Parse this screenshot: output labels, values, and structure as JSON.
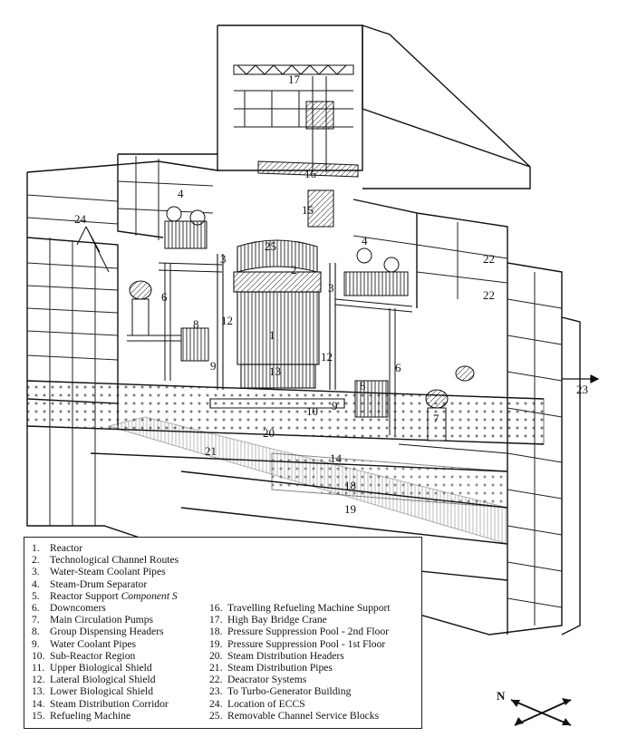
{
  "legend": {
    "items": [
      {
        "n": "1.",
        "t": "Reactor"
      },
      {
        "n": "2.",
        "t": "Technological Channel Routes"
      },
      {
        "n": "3.",
        "t": "Water-Steam Coolant Pipes"
      },
      {
        "n": "4.",
        "t": "Steam-Drum Separator"
      },
      {
        "n": "5.",
        "t": "Reactor Support",
        "it": "Component S"
      },
      {
        "n": "6.",
        "t": "Downcomers"
      },
      {
        "n": "7.",
        "t": "Main Circulation Pumps"
      },
      {
        "n": "8.",
        "t": "Group Dispensing Headers"
      },
      {
        "n": "9.",
        "t": "Water Coolant Pipes"
      },
      {
        "n": "10.",
        "t": "Sub-Reactor Region"
      },
      {
        "n": "11.",
        "t": "Upper Biological Shield"
      },
      {
        "n": "12.",
        "t": "Lateral Biological Shield"
      },
      {
        "n": "13.",
        "t": "Lower Biological Shield"
      },
      {
        "n": "14.",
        "t": "Steam Distribution Corridor"
      },
      {
        "n": "15.",
        "t": "Refueling Machine"
      },
      {
        "n": "16.",
        "t": "Travelling Refueling Machine Support"
      },
      {
        "n": "17.",
        "t": "High Bay Bridge Crane"
      },
      {
        "n": "18.",
        "t": "Pressure Suppression Pool - 2nd Floor"
      },
      {
        "n": "19.",
        "t": "Pressure Suppression Pool - 1st Floor"
      },
      {
        "n": "20.",
        "t": "Steam Distribution Headers"
      },
      {
        "n": "21.",
        "t": "Steam Distribution Pipes"
      },
      {
        "n": "22.",
        "t": "Deacrator Systems"
      },
      {
        "n": "23.",
        "t": "To Turbo-Generator Building"
      },
      {
        "n": "24.",
        "t": "Location of ECCS"
      },
      {
        "n": "25.",
        "t": "Removable Channel Service Blocks"
      }
    ]
  },
  "callouts": [
    "17",
    "16",
    "15",
    "4",
    "4",
    "25",
    "2",
    "3",
    "3",
    "22",
    "22",
    "24",
    "6",
    "6",
    "8",
    "8",
    "12",
    "12",
    "1",
    "9",
    "9",
    "13",
    "10",
    "7",
    "23",
    "20",
    "21",
    "14",
    "18",
    "19"
  ],
  "compass": {
    "label": "N"
  }
}
